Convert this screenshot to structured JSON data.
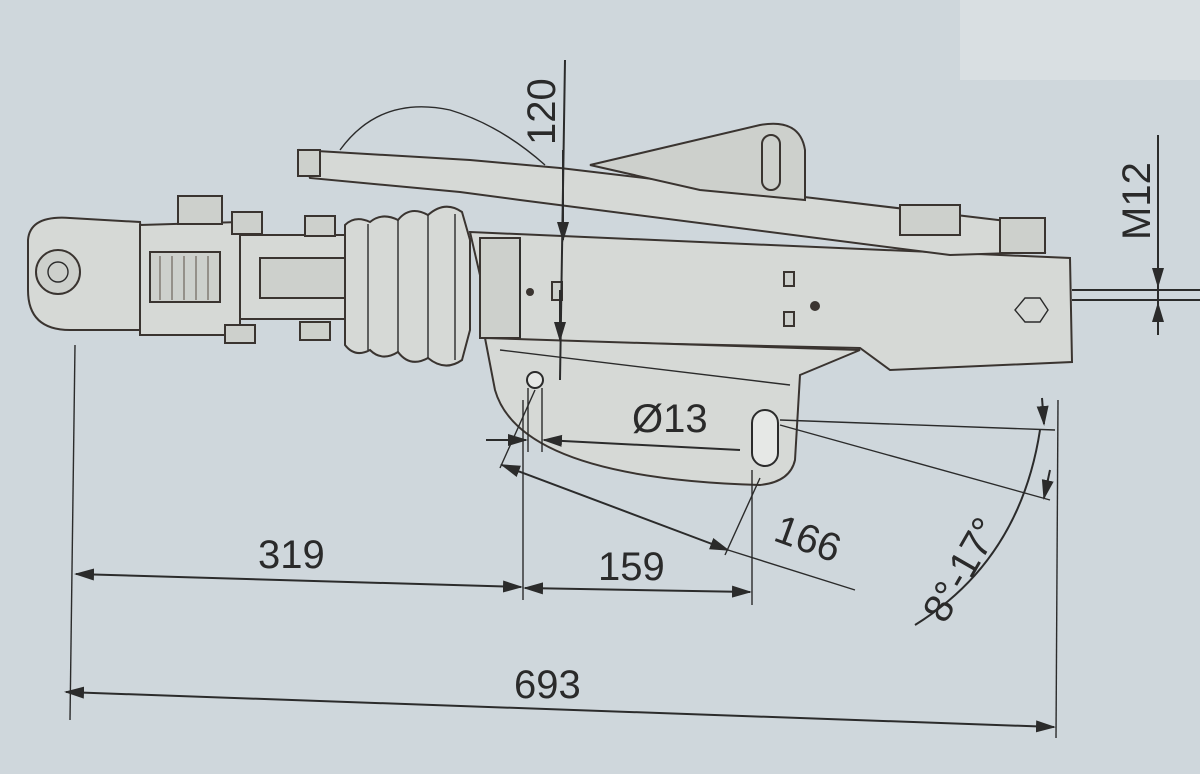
{
  "colors": {
    "background": "#cfd7dc",
    "ink": "#2b2b2b"
  },
  "dimensions": {
    "height": "120",
    "thread": "M12",
    "hole_diameter": "Ø13",
    "hole_spacing": "159",
    "diagonal": "166",
    "front_to_hole": "319",
    "overall_length": "693",
    "angle": "8°-17°"
  }
}
